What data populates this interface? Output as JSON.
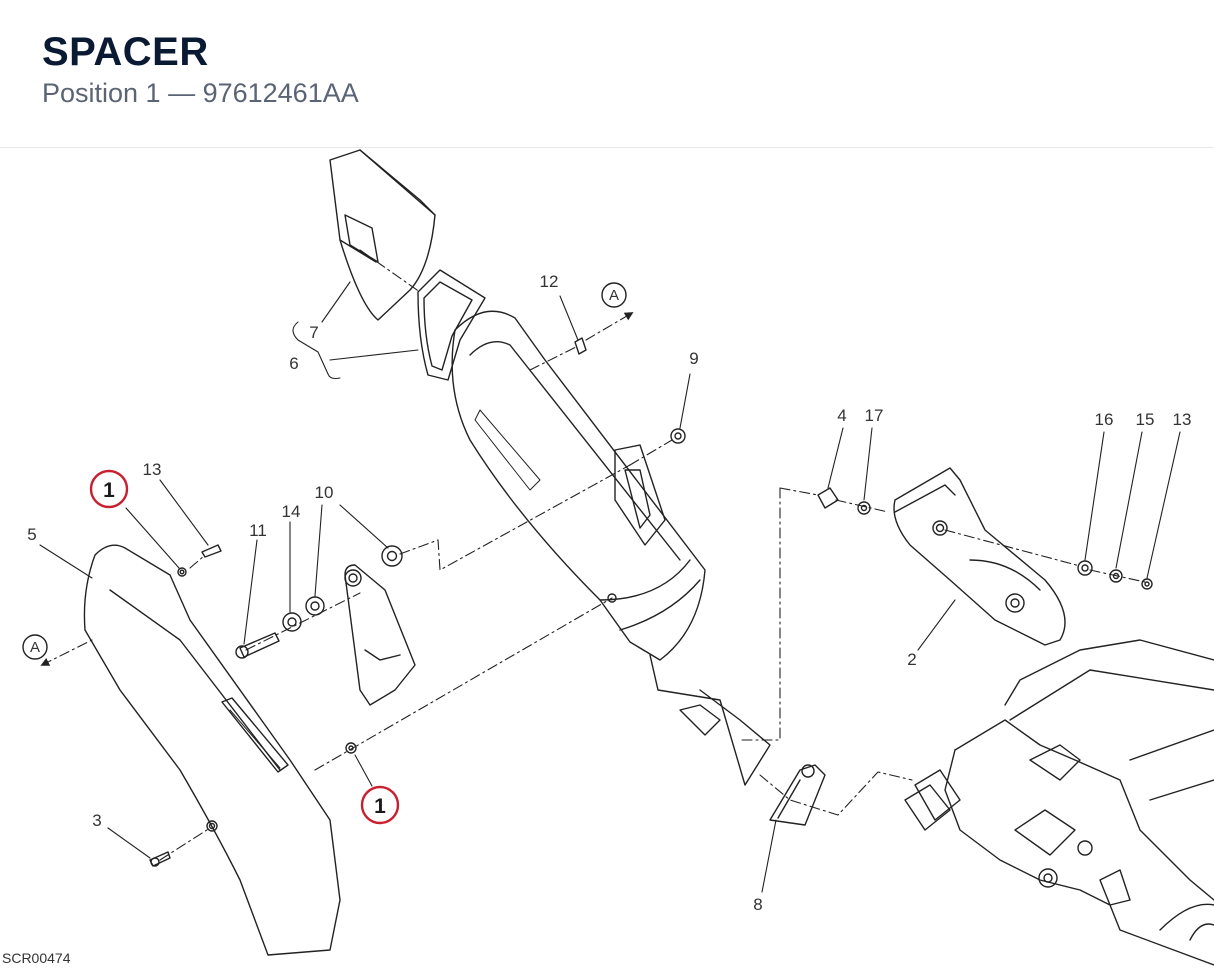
{
  "header": {
    "title": "SPACER",
    "subtitle": "Position 1 — 97612461AA"
  },
  "diagram": {
    "code": "SCR00474",
    "highlight_color": "#c8202f",
    "reference_label": "A",
    "highlight_label": "1",
    "labels": {
      "l2": "2",
      "l3": "3",
      "l4": "4",
      "l5": "5",
      "l6": "6",
      "l7": "7",
      "l8": "8",
      "l9": "9",
      "l10": "10",
      "l11": "11",
      "l12": "12",
      "l13a": "13",
      "l13b": "13",
      "l14": "14",
      "l15": "15",
      "l16": "16",
      "l17": "17"
    }
  }
}
